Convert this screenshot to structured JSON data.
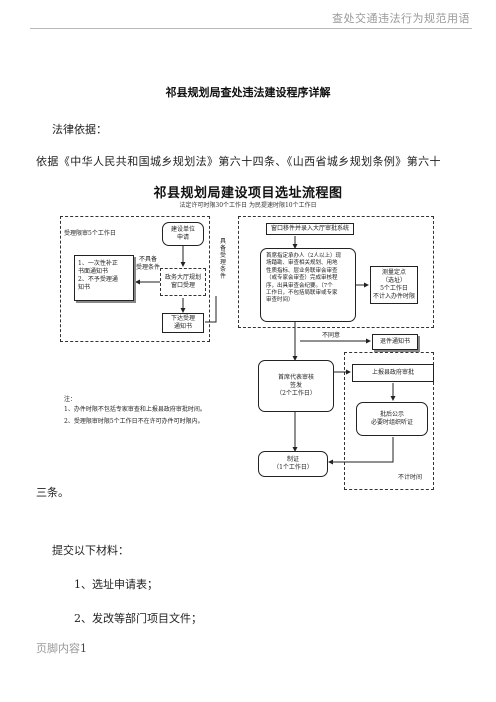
{
  "header": {
    "text": "查处交通违法行为规范用语"
  },
  "document": {
    "title": "祁县规划局查处违法建设程序详解",
    "legal_basis_label": "法律依据：",
    "legal_basis_text": "依据《中华人民共和国城乡规划法》第六十四条、《山西省城乡规划条例》第六十",
    "legal_basis_cont": "三条。",
    "materials_label": "提交以下材料：",
    "materials": [
      "1、选址申请表；",
      "2、发改等部门项目文件；"
    ]
  },
  "flowchart": {
    "title": "祁县规划局建设项目选址流程图",
    "subtitle": "法定许可时限30个工作日    为民提速时限10个工作日",
    "boxes": {
      "review_5days": "受理限审5个工作日",
      "notice_items": "1、一次性补正\n书面通知书\n2、不予受理通\n知书",
      "not_qualified": "不具备\n受理条件",
      "applicant": "建设单位\n申请",
      "hall_window": "政务大厅规划\n窗口受理",
      "issue_notice": "下达受理\n通知书",
      "qualified": "具\n备\n受\n理\n条\n件",
      "window_transfer": "窗口移件并录入大厅审批系统",
      "main_review": "首席指定承办人（2人以上）现\n场踏勘、审查相关规划、用地\n性质指标、层业务联审会审查\n（或专家会审查）完成审核程\n序，出具审查会纪要。（7个\n工作日，不包括局联审或专家\n审查时间）",
      "survey": "测量定点\n（选址）\n5个工作日\n不计入办件时限",
      "disagree": "不同意",
      "return_notice": "退件通知书",
      "chief_review": "首席代表审核\n签发\n（2个工作日）",
      "gov_approval": "上报县政府审批",
      "publicity": "批后公示\n必要时组织听证",
      "certificate": "制证\n（1个工作日）",
      "not_counted": "不计时间"
    },
    "notes": {
      "label": "注：",
      "n1": "1、办件时限不包括专家审查和上报县政府审批时间。",
      "n2": "2、受理限审时限5个工作日不在许可办件可时限内。"
    }
  },
  "footer": {
    "text": "页脚内容",
    "page": "1"
  }
}
